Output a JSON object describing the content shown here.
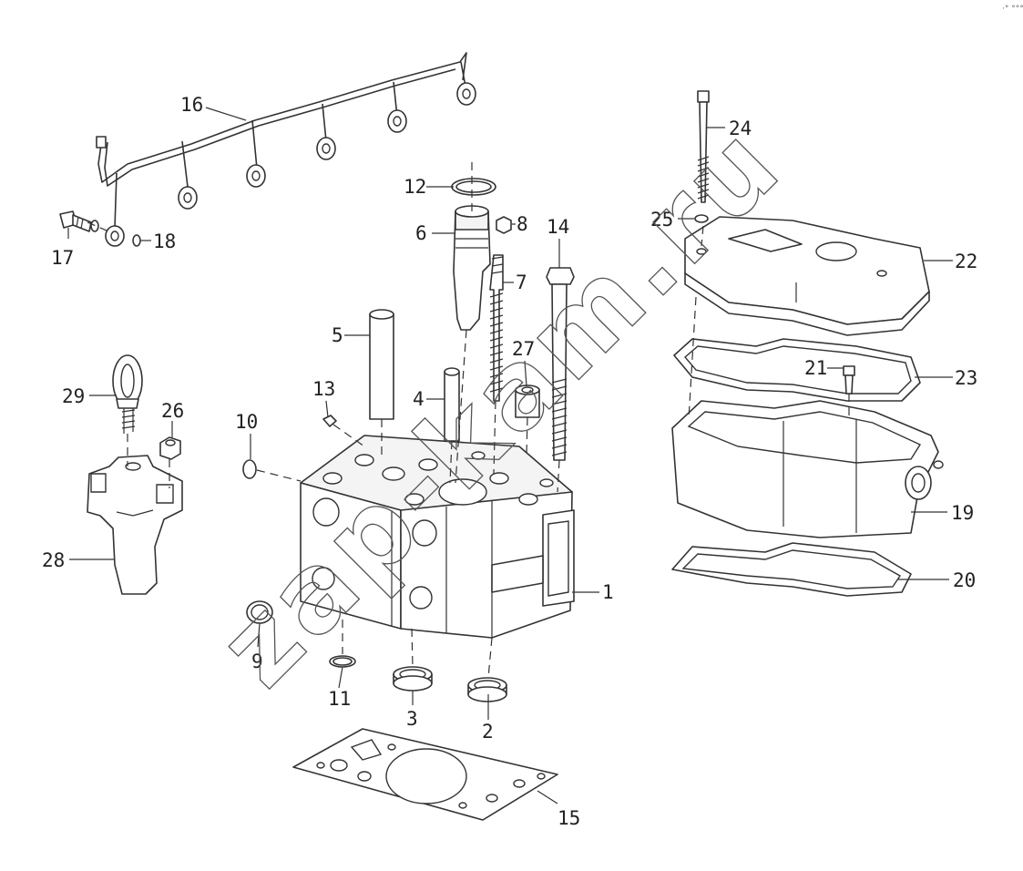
{
  "watermark": "zap-kam.ru",
  "corner_mark": "·° °°°",
  "callouts": [
    "1",
    "2",
    "3",
    "4",
    "5",
    "6",
    "7",
    "8",
    "9",
    "10",
    "11",
    "12",
    "13",
    "14",
    "15",
    "16",
    "17",
    "18",
    "19",
    "20",
    "21",
    "22",
    "23",
    "24",
    "25",
    "26",
    "27",
    "28",
    "29"
  ]
}
